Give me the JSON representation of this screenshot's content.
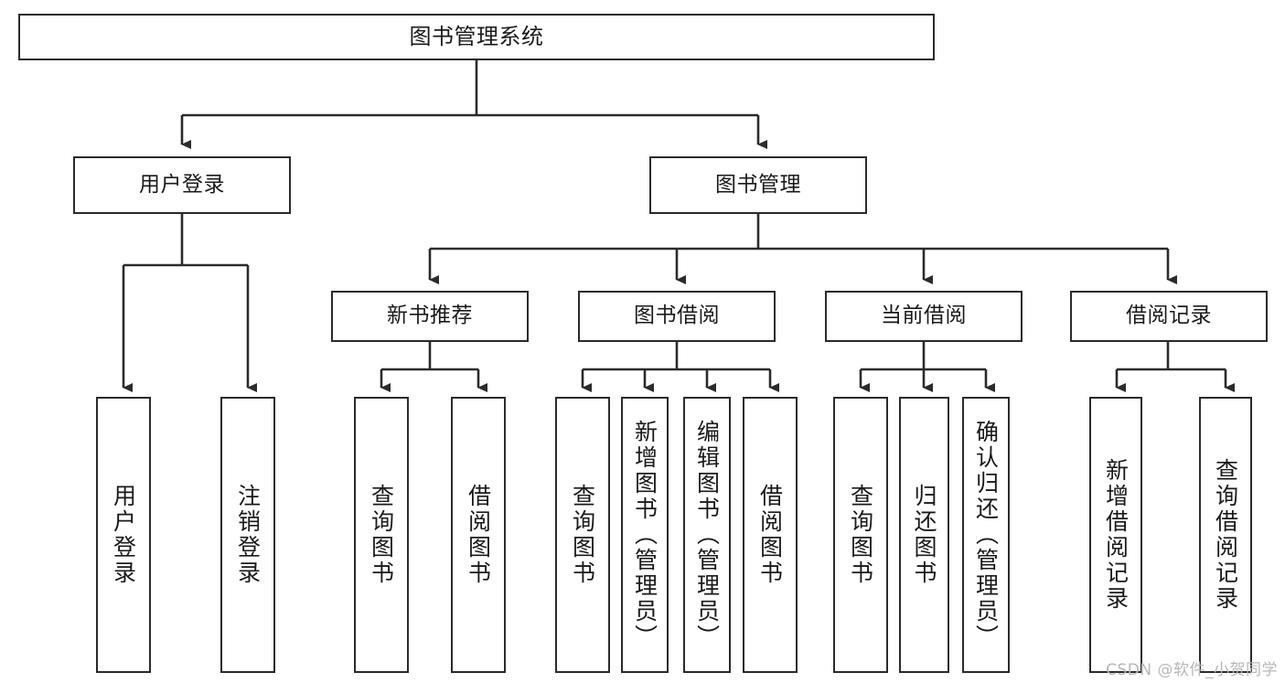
{
  "diagram": {
    "title": "图书管理系统",
    "type": "tree-hierarchy-diagram",
    "colors": {
      "box_border": "#2b2b2b",
      "box_fill": "#ffffff",
      "edge": "#2b2b2b",
      "text": "#1a1a1a",
      "watermark": "#b7b7b7"
    },
    "nodes": {
      "root": {
        "label": "图书管理系统"
      },
      "level2": [
        {
          "id": "user-login",
          "label": "用户登录"
        },
        {
          "id": "book-management",
          "label": "图书管理"
        }
      ],
      "level3": [
        {
          "id": "new-book-recommend",
          "label": "新书推荐"
        },
        {
          "id": "book-borrow",
          "label": "图书借阅"
        },
        {
          "id": "current-borrow",
          "label": "当前借阅"
        },
        {
          "id": "borrow-record",
          "label": "借阅记录"
        }
      ],
      "leaves": {
        "user_login": [
          {
            "id": "leaf-user-login",
            "label": "用户登录"
          },
          {
            "id": "leaf-user-logout",
            "label": "注销登录"
          }
        ],
        "new_book_recommend": [
          {
            "id": "leaf-query-book-1",
            "label": "查询图书"
          },
          {
            "id": "leaf-borrow-book-1",
            "label": "借阅图书"
          }
        ],
        "book_borrow": [
          {
            "id": "leaf-query-book-2",
            "label": "查询图书"
          },
          {
            "id": "leaf-add-book",
            "label": "新增图书（管理员）"
          },
          {
            "id": "leaf-edit-book",
            "label": "编辑图书（管理员）"
          },
          {
            "id": "leaf-borrow-book-2",
            "label": "借阅图书"
          }
        ],
        "current_borrow": [
          {
            "id": "leaf-query-book-3",
            "label": "查询图书"
          },
          {
            "id": "leaf-return-book",
            "label": "归还图书"
          },
          {
            "id": "leaf-confirm-return",
            "label": "确认归还（管理员）"
          }
        ],
        "borrow_record": [
          {
            "id": "leaf-add-record",
            "label": "新增借阅记录"
          },
          {
            "id": "leaf-query-record",
            "label": "查询借阅记录"
          }
        ]
      }
    },
    "watermark": "CSDN @软件_小贺同学"
  }
}
